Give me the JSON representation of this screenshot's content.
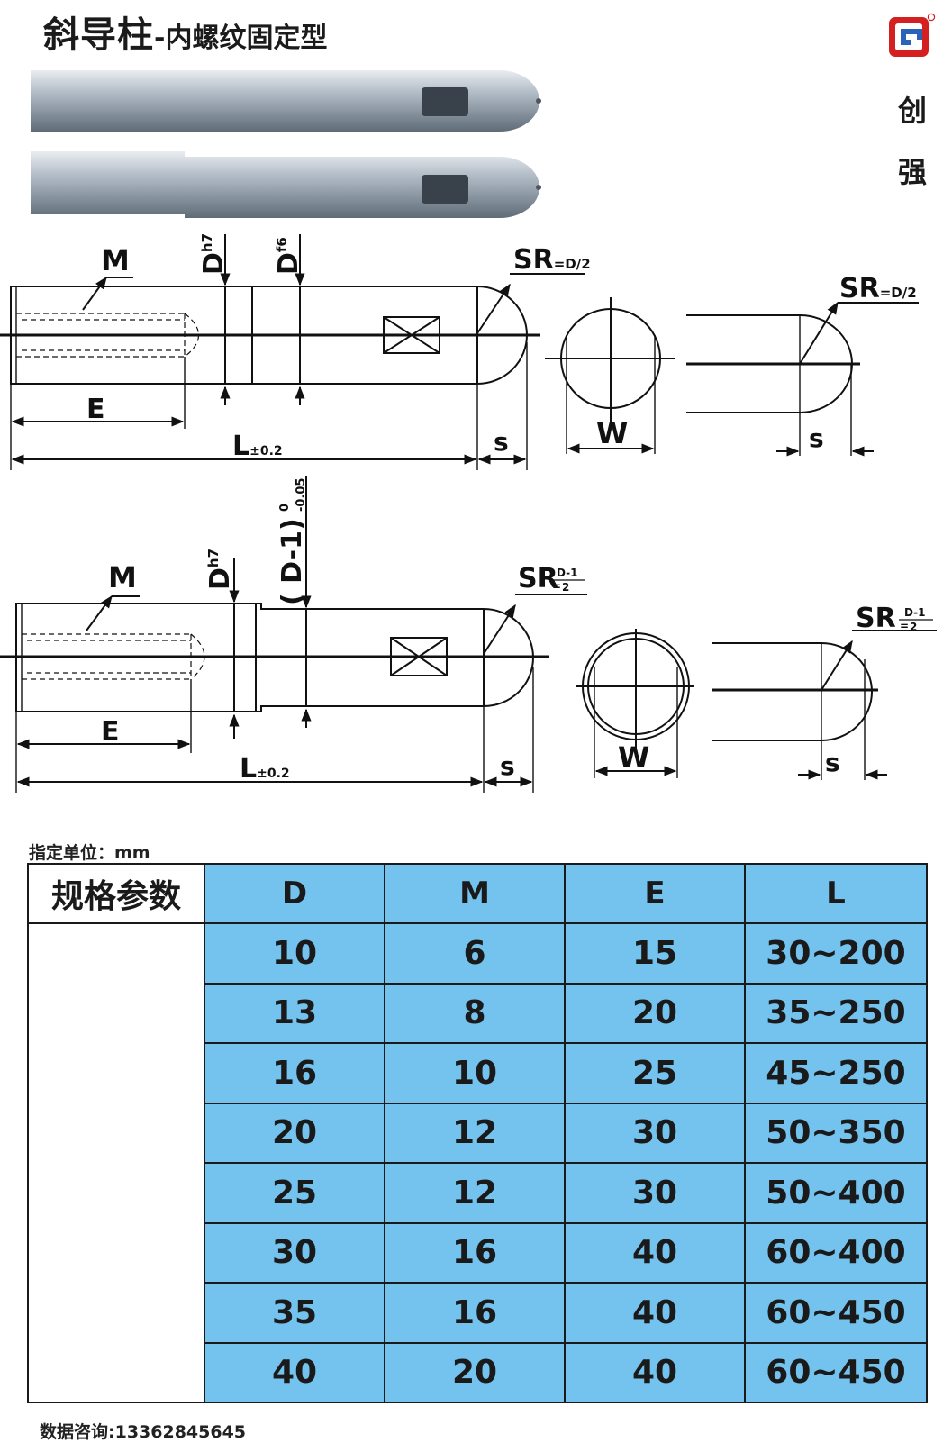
{
  "title": {
    "main": "斜导柱",
    "sub": "-内螺纹固定型"
  },
  "brand": {
    "chars": [
      "创",
      "强"
    ]
  },
  "drawing1": {
    "m_label": "M",
    "d_label": "D",
    "d_sub": "h7",
    "d2_label": "D",
    "d2_sub": "f6",
    "sr_label": "SR",
    "sr_sub": "=D/2",
    "e_label": "E",
    "l_label": "L",
    "l_tol": "±0.2",
    "s_label": "s",
    "w_label": "W",
    "side_sr_label": "SR",
    "side_sr_sub": "=D/2",
    "side_s_label": "s"
  },
  "drawing2": {
    "m_label": "M",
    "d_label": "D",
    "d_sub": "h7",
    "d1_label": "( D-1)",
    "d1_tol_upper": "0",
    "d1_tol_lower": "-0.05",
    "sr_label": "SR",
    "sr_frac_num": "D-1",
    "sr_frac_den": "2",
    "e_label": "E",
    "l_label": "L",
    "l_tol": "±0.2",
    "s_label": "s",
    "w_label": "W",
    "side_sr_label": "SR",
    "side_sr_frac_num": "D-1",
    "side_sr_frac_den": "2",
    "side_s_label": "s"
  },
  "unit_note": "指定单位：mm",
  "table": {
    "corner": "规格参数",
    "headers": [
      "D",
      "M",
      "E",
      "L"
    ],
    "rows": [
      [
        "10",
        "6",
        "15",
        "30~200"
      ],
      [
        "13",
        "8",
        "20",
        "35~250"
      ],
      [
        "16",
        "10",
        "25",
        "45~250"
      ],
      [
        "20",
        "12",
        "30",
        "50~350"
      ],
      [
        "25",
        "12",
        "30",
        "50~400"
      ],
      [
        "30",
        "16",
        "40",
        "60~400"
      ],
      [
        "35",
        "16",
        "40",
        "60~450"
      ],
      [
        "40",
        "20",
        "40",
        "60~450"
      ]
    ]
  },
  "contact": "数据咨询:13362845645",
  "colors": {
    "table_fill": "#74c2ee",
    "logo_red": "#d42020",
    "logo_blue": "#2a63b8"
  }
}
